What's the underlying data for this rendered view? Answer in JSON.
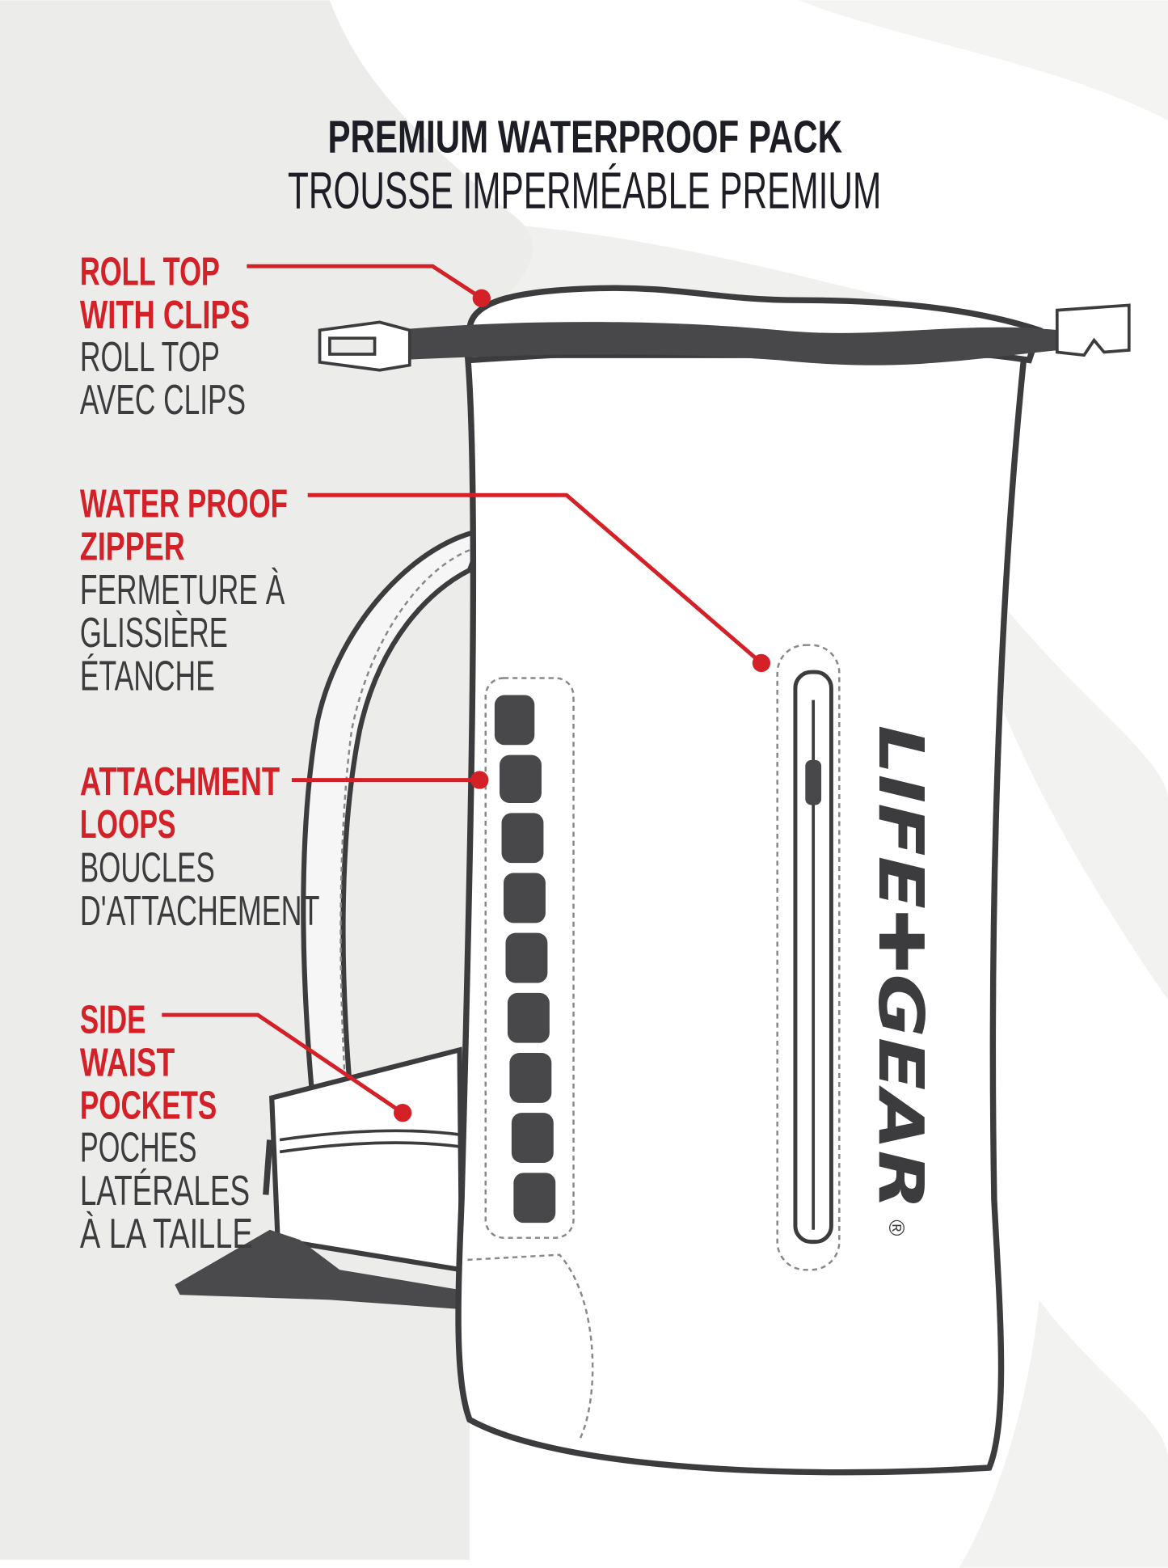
{
  "title": "PREMIUM WATERPROOF PACK",
  "subtitle": "TROUSSE IMPERMÉABLE PREMIUM",
  "colors": {
    "accent": "#d42027",
    "ink": "#3c3c3e",
    "background_brush": "#ececea"
  },
  "callouts": [
    {
      "en": [
        "ROLL TOP",
        "WITH CLIPS"
      ],
      "fr": [
        "ROLL TOP",
        "AVEC CLIPS"
      ]
    },
    {
      "en": [
        "WATER PROOF",
        "ZIPPER"
      ],
      "fr": [
        "FERMETURE À",
        "GLISSIÈRE",
        "ÉTANCHE"
      ]
    },
    {
      "en": [
        "ATTACHMENT",
        "LOOPS"
      ],
      "fr": [
        "BOUCLES",
        "D'ATTACHEMENT"
      ]
    },
    {
      "en": [
        "SIDE",
        "WAIST",
        "POCKETS"
      ],
      "fr": [
        "POCHES",
        "LATÉRALES",
        "À LA TAILLE"
      ]
    }
  ],
  "logo": {
    "text": "LIFE✚GEAR",
    "registered": "®"
  }
}
